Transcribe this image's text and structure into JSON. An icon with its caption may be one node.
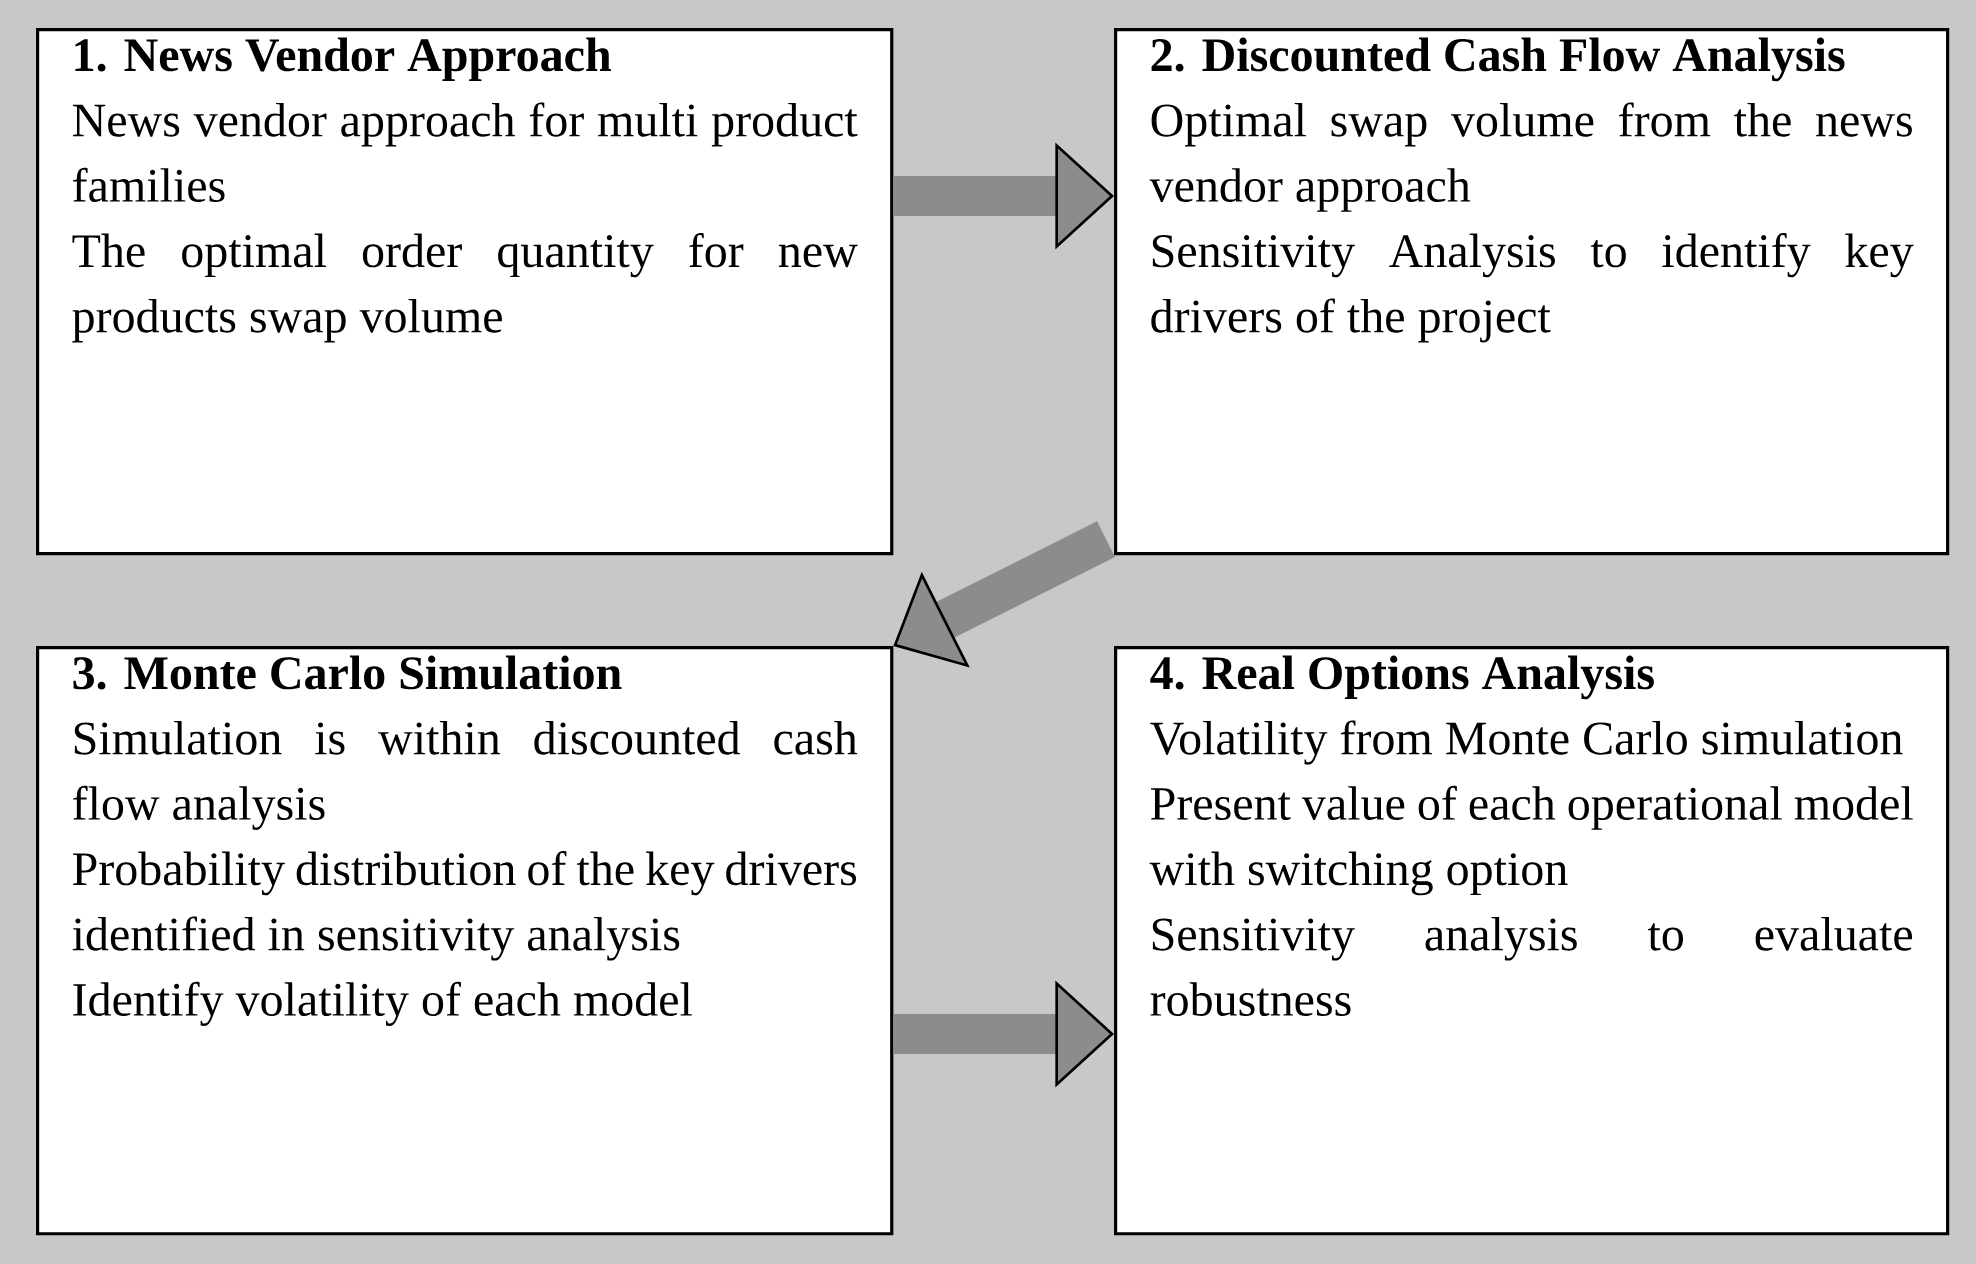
{
  "diagram": {
    "nodes": [
      {
        "text": [
          "1. News Vendor Approach",
          "News vendor approach for multi product families",
          "The optimal order quantity for new products swap volume"
        ]
      },
      {
        "text": [
          "2. Discounted Cash Flow Analysis",
          "Optimal swap volume from the news vendor approach",
          "Sensitivity Analysis to identify key drivers of the project"
        ]
      },
      {
        "text": [
          "3. Monte Carlo Simulation",
          "Simulation is within discounted cash flow analysis",
          "Probability distribution of the key drivers identified in sensitivity analysis",
          "Identify volatility of each model"
        ]
      },
      {
        "text": [
          "4. Real Options Analysis",
          "Volatility from Monte Carlo simulation",
          "Present value of each operational model with switching option",
          "Sensitivity analysis to evaluate robustness"
        ]
      }
    ],
    "edges": [
      {
        "from": 0,
        "to": 1,
        "arrow": "to"
      },
      {
        "from": 1,
        "to": 2,
        "arrow": "to"
      },
      {
        "from": 2,
        "to": 3,
        "arrow": "to"
      }
    ]
  }
}
